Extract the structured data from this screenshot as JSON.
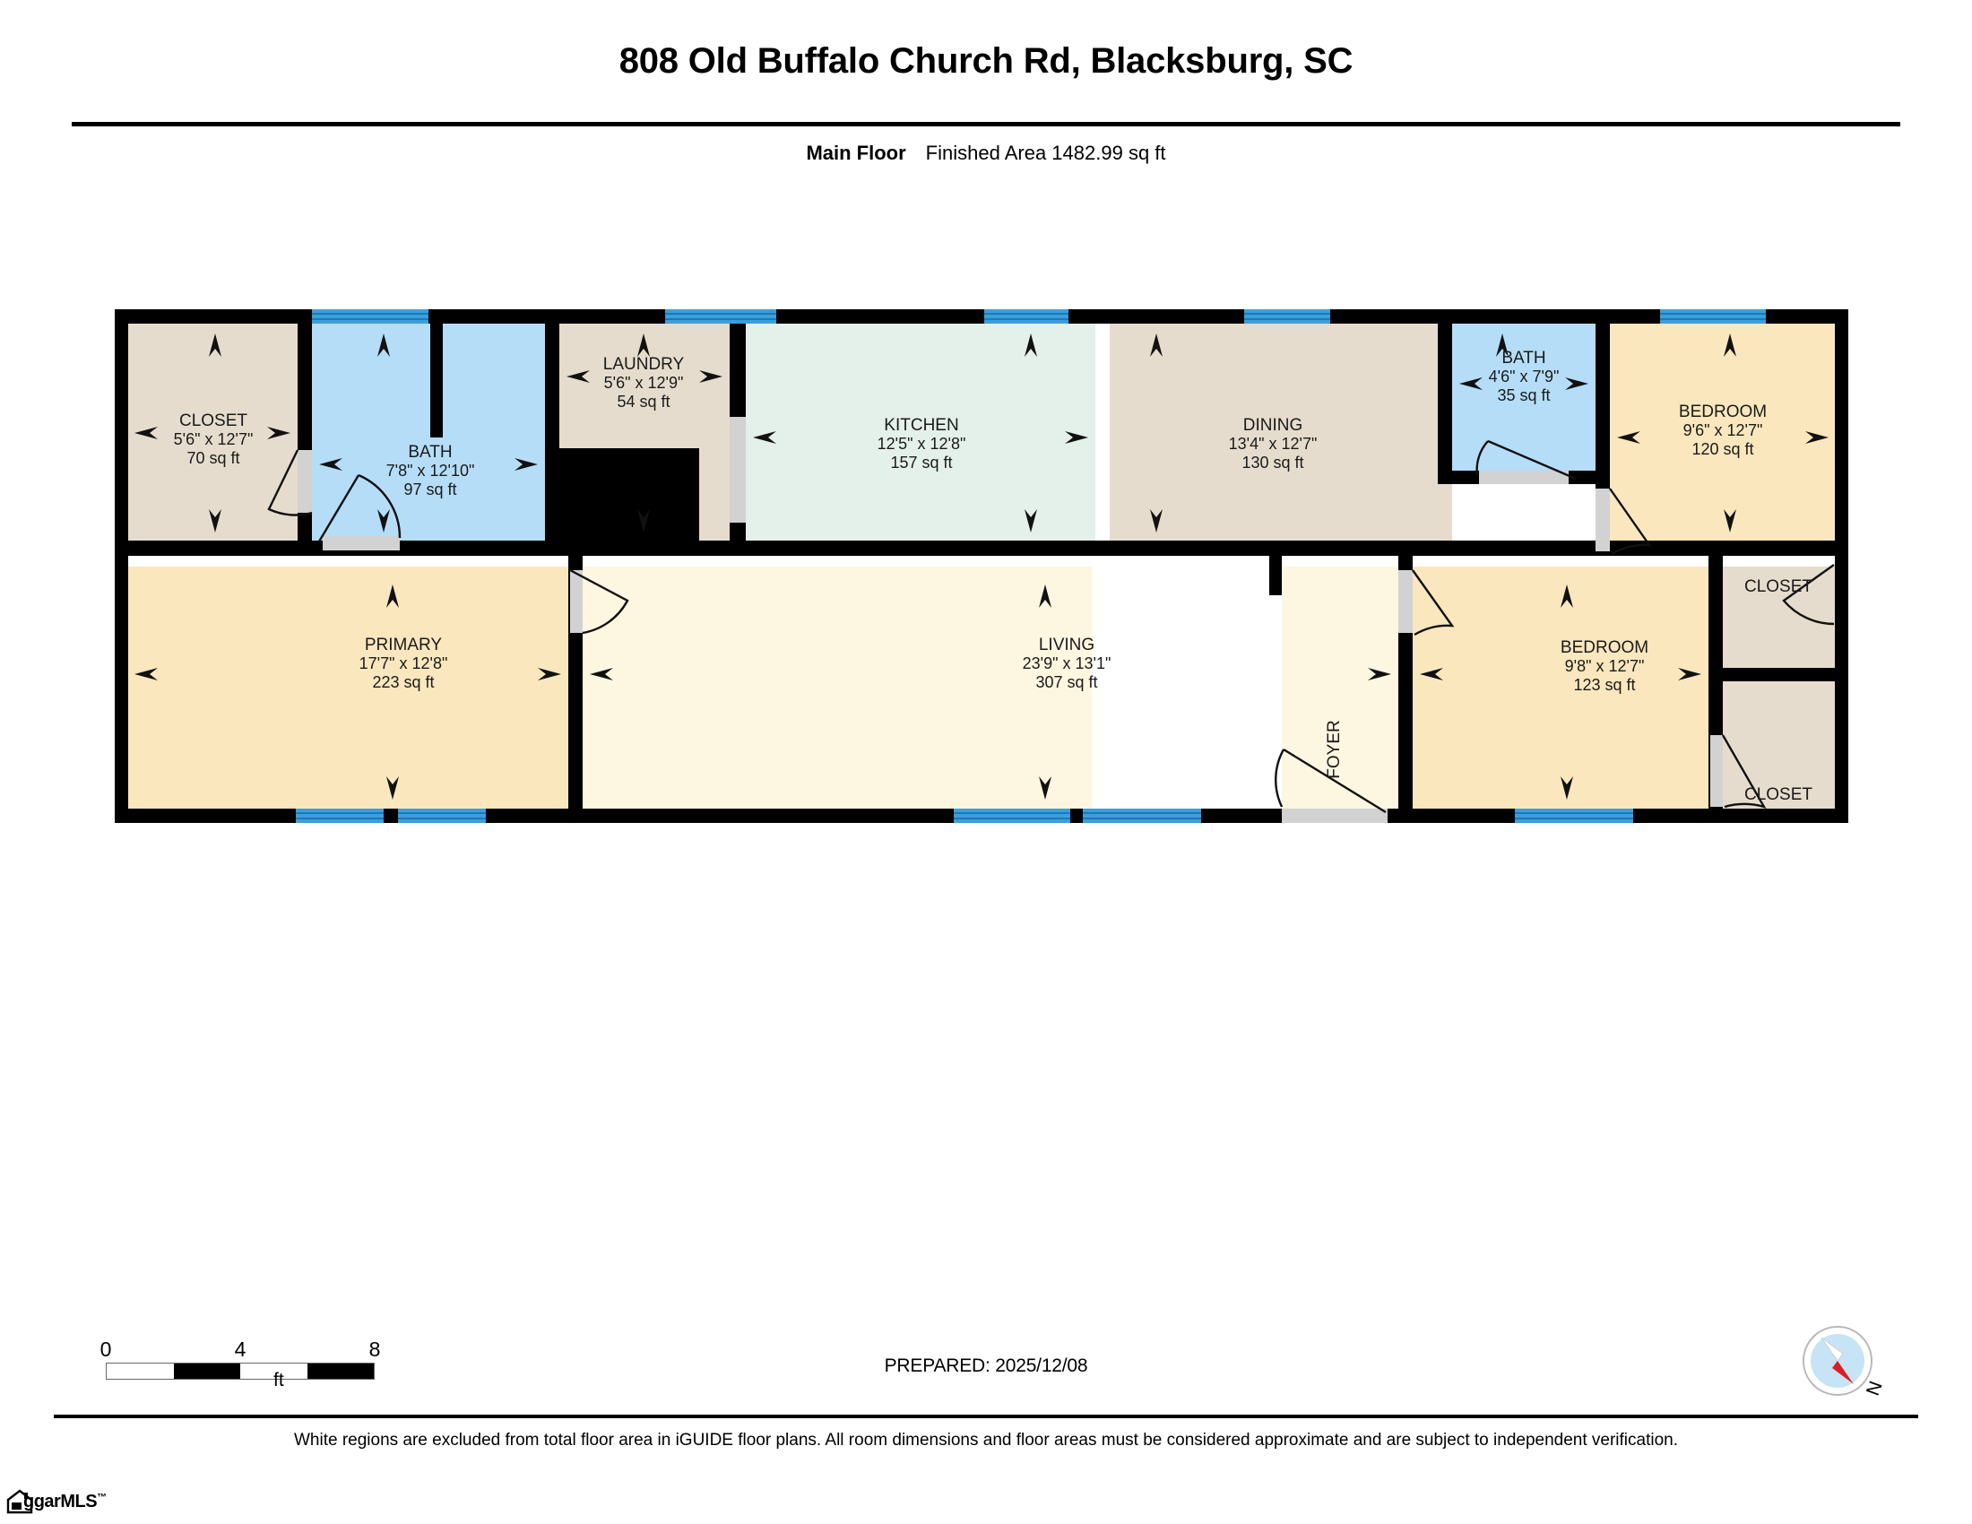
{
  "header": {
    "address_title": "808 Old Buffalo Church Rd, Blacksburg, SC",
    "floor_label": "Main Floor",
    "area_label": "Finished Area 1482.99 sq ft"
  },
  "footer": {
    "scale": {
      "ticks": [
        "0",
        "4",
        "8"
      ],
      "unit": "ft"
    },
    "prepared": "PREPARED: 2025/12/08",
    "compass_label": "N",
    "disclaimer": "White regions are excluded from total floor area in iGUIDE floor plans. All room dimensions and floor areas must be considered approximate and are subject to independent verification.",
    "logo_text": "ggarMLS",
    "logo_tm": "™"
  },
  "colors": {
    "wall": "#000000",
    "window": "#3d9edb",
    "bedroom_fill": "#fbe7bd",
    "living_fill": "#fdf6e0",
    "bath_fill": "#b5ddf7",
    "kitchen_fill": "#e4f0ea",
    "utility_fill": "#e6dccd",
    "door_fill": "#d2d2d2",
    "compass_circle": "#c6e4f5",
    "compass_needle": "#d92020"
  },
  "rooms": [
    {
      "id": "closet-top-left",
      "name": "CLOSET",
      "dims": "5'6\" x 12'7\"",
      "area": "70 sq ft"
    },
    {
      "id": "bath-left",
      "name": "BATH",
      "dims": "7'8\" x 12'10\"",
      "area": "97 sq ft"
    },
    {
      "id": "laundry",
      "name": "LAUNDRY",
      "dims": "5'6\" x 12'9\"",
      "area": "54 sq ft"
    },
    {
      "id": "kitchen",
      "name": "KITCHEN",
      "dims": "12'5\" x 12'8\"",
      "area": "157 sq ft"
    },
    {
      "id": "dining",
      "name": "DINING",
      "dims": "13'4\" x 12'7\"",
      "area": "130 sq ft"
    },
    {
      "id": "bath-right",
      "name": "BATH",
      "dims": "4'6\" x 7'9\"",
      "area": "35 sq ft"
    },
    {
      "id": "bedroom-top-right",
      "name": "BEDROOM",
      "dims": "9'6\" x 12'7\"",
      "area": "120 sq ft"
    },
    {
      "id": "primary",
      "name": "PRIMARY",
      "dims": "17'7\" x 12'8\"",
      "area": "223 sq ft"
    },
    {
      "id": "living",
      "name": "LIVING",
      "dims": "23'9\" x 13'1\"",
      "area": "307 sq ft"
    },
    {
      "id": "bedroom-bottom-right",
      "name": "BEDROOM",
      "dims": "9'8\" x 12'7\"",
      "area": "123 sq ft"
    },
    {
      "id": "closet-right-upper",
      "name": "CLOSET",
      "dims": "",
      "area": ""
    },
    {
      "id": "closet-right-lower",
      "name": "CLOSET",
      "dims": "",
      "area": ""
    },
    {
      "id": "foyer",
      "name": "FOYER",
      "dims": "",
      "area": ""
    }
  ]
}
